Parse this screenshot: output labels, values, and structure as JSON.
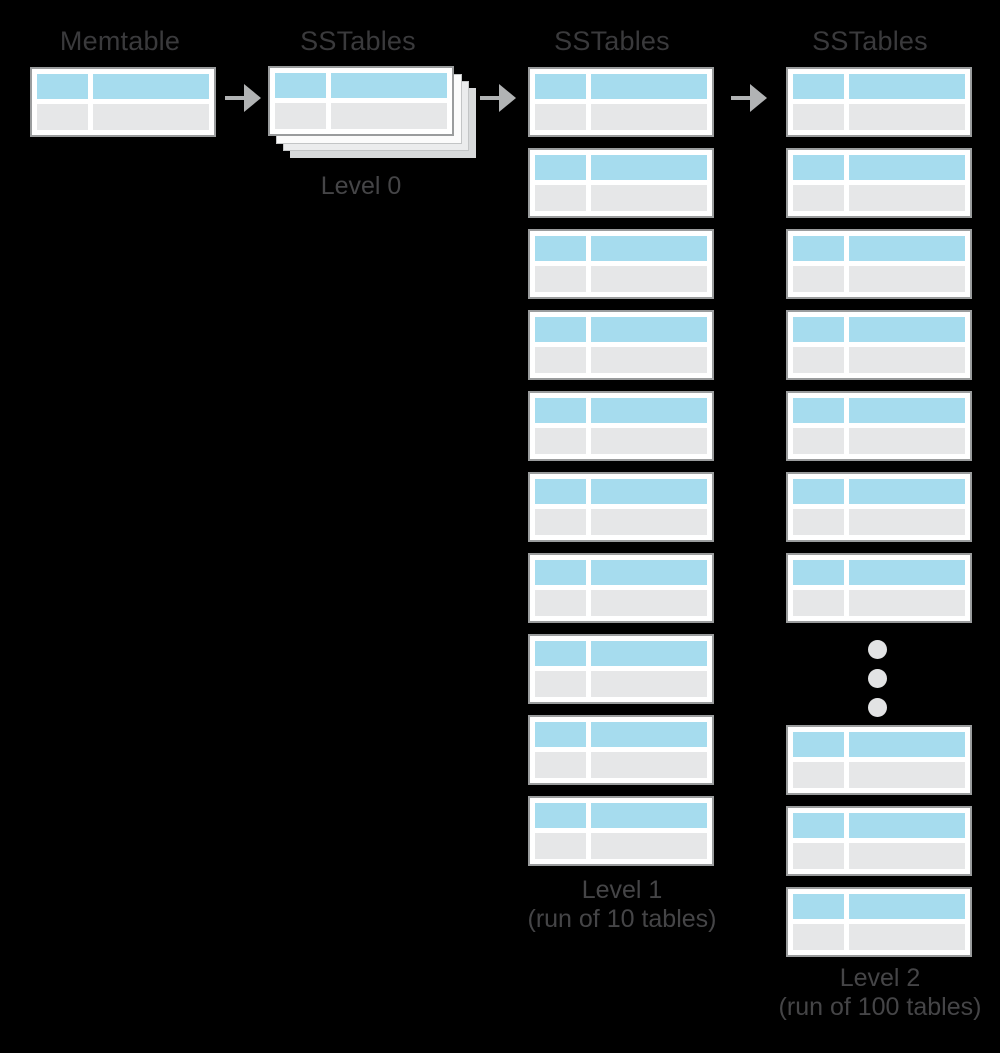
{
  "colors": {
    "canvas_bg": "#000000",
    "table_bg": "#ffffff",
    "table_border": "#9a9c9d",
    "header_cell": "#a6dcee",
    "body_cell": "#e6e7e8",
    "arrow": "#b1b3b4",
    "heading_text": "#3a3a3c",
    "caption_text": "#454547",
    "dot": "#e2e3e4",
    "stack_layer_1": "#fbfbfb",
    "stack_layer_2": "#ebeced",
    "stack_layer_3": "#d8dadb",
    "stack_edge": "#c3c5c6"
  },
  "columns": [
    {
      "id": "memtable",
      "header": "Memtable",
      "table_count": 1
    },
    {
      "id": "level-0",
      "header": "SSTables",
      "caption_lines": [
        "Level 0"
      ],
      "stacked": true
    },
    {
      "id": "level-1",
      "header": "SSTables",
      "caption_lines": [
        "Level 1",
        "(run of 10 tables)"
      ],
      "table_count": 10
    },
    {
      "id": "level-2",
      "header": "SSTables",
      "caption_lines": [
        "Level 2",
        "(run of 100 tables)"
      ],
      "tables_before_ellipsis": 7,
      "tables_after_ellipsis": 3,
      "ellipsis_dots": 3
    }
  ],
  "icons": {
    "arrow_1": "right-arrow",
    "arrow_2": "right-arrow",
    "arrow_3": "right-arrow",
    "ellipsis": "vertical-ellipsis-dots"
  }
}
